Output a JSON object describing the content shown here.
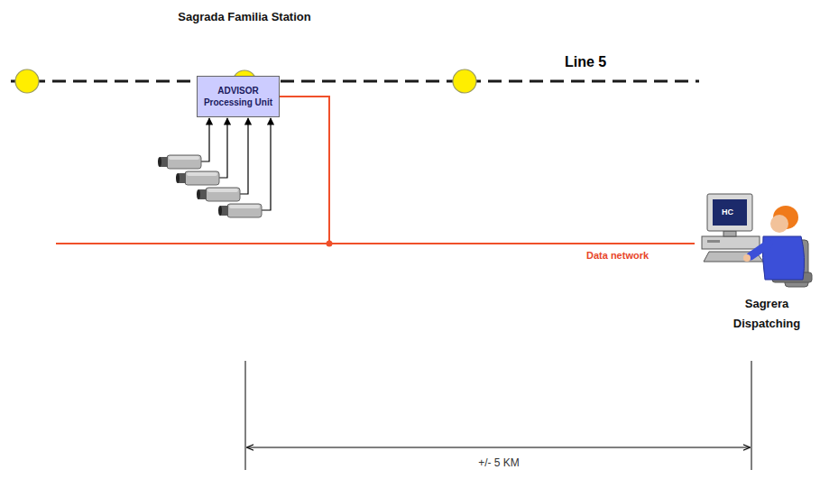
{
  "diagram": {
    "nodes": [
      {
        "text": [
          "Sagrada Familia Station"
        ]
      },
      {
        "text": [
          "ADVISOR Processing Unit"
        ]
      },
      {
        "text": [
          "Sagrera Dispatching"
        ]
      }
    ],
    "edges": [
      {
        "from": 1,
        "to": 2,
        "arrow": "none",
        "label": "Data network"
      }
    ],
    "labels": [
      "Line 5",
      "HC",
      "+/- 5 KM"
    ]
  }
}
